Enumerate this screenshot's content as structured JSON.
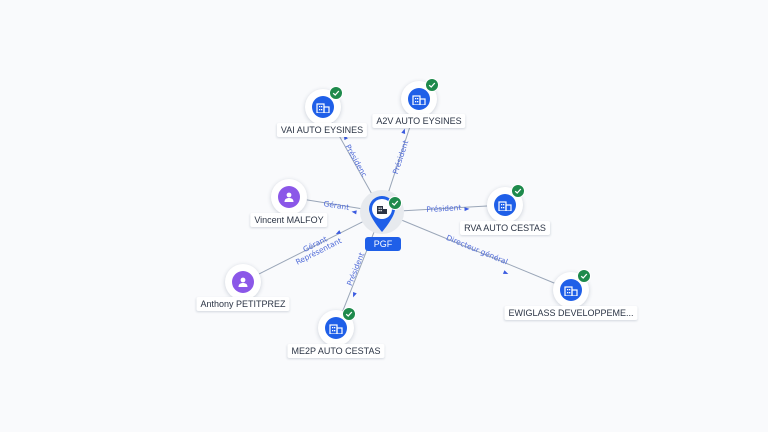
{
  "colors": {
    "company": "#1f5fe8",
    "person": "#8b57e8",
    "verified": "#1e8a4c",
    "edge": "#9aa6b8",
    "edge_label": "#4f6ad8"
  },
  "center": {
    "label": "PGF",
    "icon": "company-building-icon",
    "verified": true
  },
  "nodes": [
    {
      "id": "vai",
      "label": "VAI AUTO EYSINES",
      "kind": "company",
      "icon": "company-building-icon",
      "verified": true
    },
    {
      "id": "a2v",
      "label": "A2V AUTO EYSINES",
      "kind": "company",
      "icon": "company-building-icon",
      "verified": true
    },
    {
      "id": "vincent",
      "label": "Vincent MALFOY",
      "kind": "person",
      "icon": "person-icon",
      "verified": false
    },
    {
      "id": "rva",
      "label": "RVA AUTO CESTAS",
      "kind": "company",
      "icon": "company-building-icon",
      "verified": true
    },
    {
      "id": "anthony",
      "label": "Anthony PETITPREZ",
      "kind": "person",
      "icon": "person-icon",
      "verified": false
    },
    {
      "id": "ewiglass",
      "label": "EWIGLASS DEVELOPPEME...",
      "kind": "company",
      "icon": "company-building-icon",
      "verified": true
    },
    {
      "id": "me2p",
      "label": "ME2P AUTO CESTAS",
      "kind": "company",
      "icon": "company-building-icon",
      "verified": true
    }
  ],
  "edges": [
    {
      "to": "vai",
      "relation": "Présidenc"
    },
    {
      "to": "a2v",
      "relation": "Président"
    },
    {
      "to": "vincent",
      "relation": "Gérant"
    },
    {
      "to": "rva",
      "relation": "Président"
    },
    {
      "to": "anthony",
      "relation": "Gérant Représentant"
    },
    {
      "to": "ewiglass",
      "relation": "Directeur général"
    },
    {
      "to": "me2p",
      "relation": "Président"
    }
  ]
}
